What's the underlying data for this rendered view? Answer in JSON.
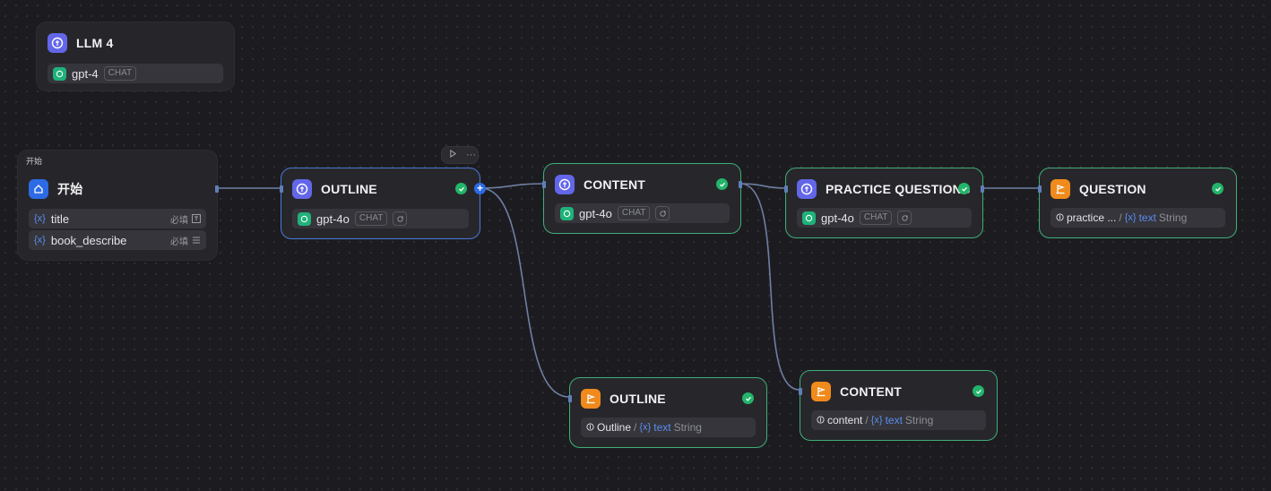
{
  "nodes": {
    "llm4": {
      "title": "LLM 4",
      "model": "gpt-4",
      "tag": "CHAT"
    },
    "start": {
      "group_label": "开始",
      "title": "开始",
      "fields": [
        {
          "prefix": "{x}",
          "name": "title",
          "required": "必填"
        },
        {
          "prefix": "{x}",
          "name": "book_describe",
          "required": "必填"
        }
      ]
    },
    "outline_llm": {
      "title": "OUTLINE",
      "model": "gpt-4o",
      "tag": "CHAT"
    },
    "content_llm": {
      "title": "CONTENT",
      "model": "gpt-4o",
      "tag": "CHAT"
    },
    "practice_llm": {
      "title": "PRACTICE QUESTIONS",
      "model": "gpt-4o",
      "tag": "CHAT"
    },
    "question_out": {
      "title": "QUESTION",
      "source": "practice ...",
      "sep": "/",
      "var": "{x}",
      "var_name": "text",
      "type": "String"
    },
    "outline_out": {
      "title": "OUTLINE",
      "source": "Outline",
      "sep": "/",
      "var": "{x}",
      "var_name": "text",
      "type": "String"
    },
    "content_out": {
      "title": "CONTENT",
      "source": "content",
      "sep": "/",
      "var": "{x}",
      "var_name": "text",
      "type": "String"
    }
  },
  "toolbar": {
    "run_icon": "play-icon",
    "more_icon": "ellipsis-icon",
    "more": "···"
  },
  "colors": {
    "canvas": "#1c1c20",
    "node": "#27272b",
    "success_border": "#3fae78",
    "selected_border": "#4a7ad8",
    "llm_icon": "#6366e8",
    "end_icon": "#f08a1c",
    "start_icon": "#2d6be6",
    "check": "#23b56b",
    "edge": "#6e7fa3"
  }
}
